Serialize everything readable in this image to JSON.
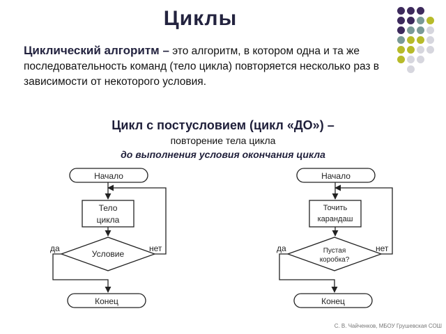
{
  "title": "Циклы",
  "intro": {
    "term": "Циклический алгоритм –",
    "text": " это алгоритм, в котором одна и та же последовательность команд (тело цикла) повторяется несколько раз в зависимости от некоторого условия."
  },
  "subtitle": {
    "heading": "Цикл с постусловием (цикл «ДО») –",
    "line": "повторение тела цикла",
    "italic": "до выполнения условия окончания цикла"
  },
  "left_flow": {
    "start": "Начало",
    "body_line1": "Тело",
    "body_line2": "цикла",
    "condition": "Условие",
    "yes": "да",
    "no": "нет",
    "end": "Конец"
  },
  "right_flow": {
    "start": "Начало",
    "body_line1": "Точить",
    "body_line2": "карандаш",
    "condition_line1": "Пустая",
    "condition_line2": "коробка?",
    "yes": "да",
    "no": "нет",
    "end": "Конец"
  },
  "credit": "С. В. Чайченков, МБОУ Грушевская СОШ",
  "colors": {
    "title": "#23233f",
    "dot_purple": "#3d2a5c",
    "dot_teal": "#7a9a96",
    "dot_lime": "#b7bb2a",
    "dot_light": "#d6d6de"
  }
}
